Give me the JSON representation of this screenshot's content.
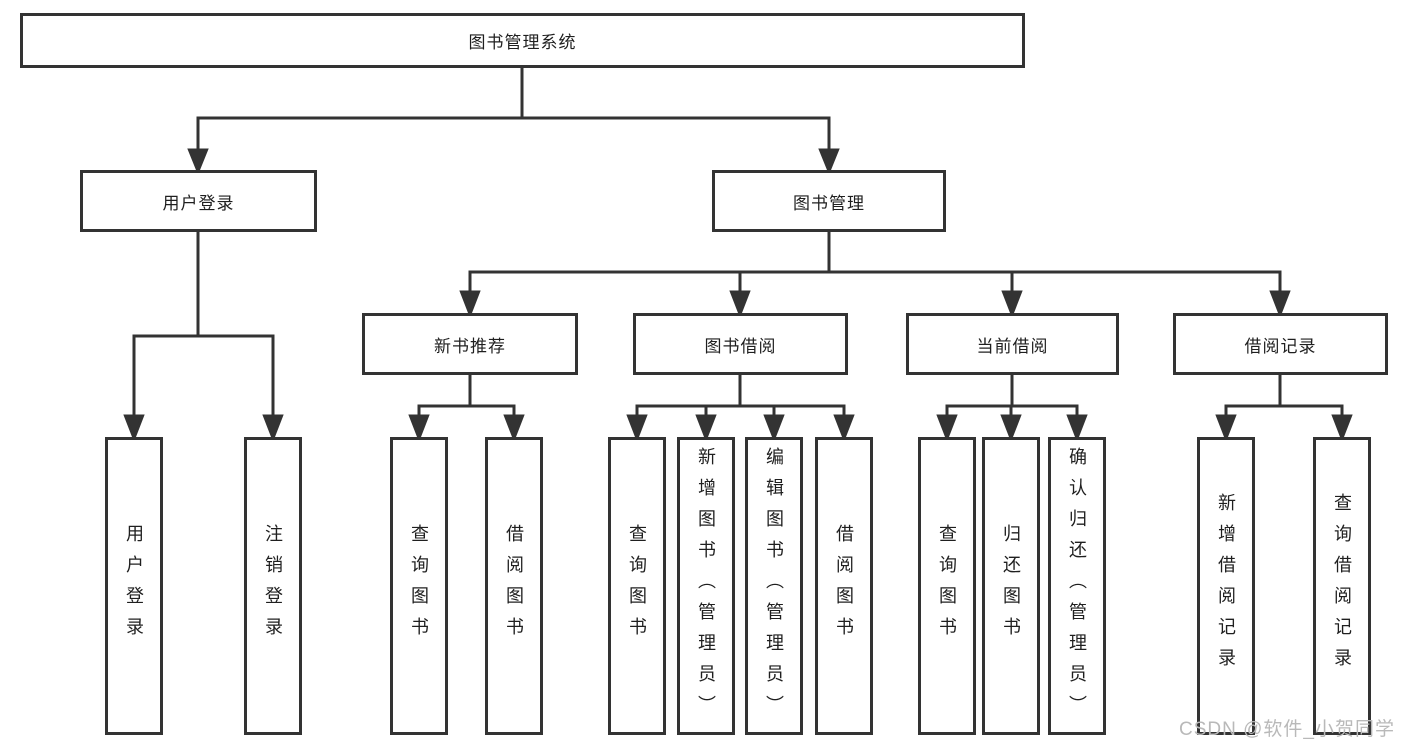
{
  "tree": {
    "label": "图书管理系统",
    "children": [
      {
        "label": "用户登录",
        "children": [
          {
            "label": "用户登录"
          },
          {
            "label": "注销登录"
          }
        ]
      },
      {
        "label": "图书管理",
        "children": [
          {
            "label": "新书推荐",
            "children": [
              {
                "label": "查询图书"
              },
              {
                "label": "借阅图书"
              }
            ]
          },
          {
            "label": "图书借阅",
            "children": [
              {
                "label": "查询图书"
              },
              {
                "label": "新增图书（管理员）"
              },
              {
                "label": "编辑图书（管理员）"
              },
              {
                "label": "借阅图书"
              }
            ]
          },
          {
            "label": "当前借阅",
            "children": [
              {
                "label": "查询图书"
              },
              {
                "label": "归还图书"
              },
              {
                "label": "确认归还（管理员）"
              }
            ]
          },
          {
            "label": "借阅记录",
            "children": [
              {
                "label": "新增借阅记录"
              },
              {
                "label": "查询借阅记录"
              }
            ]
          }
        ]
      }
    ]
  },
  "watermark": {
    "text": "CSDN @软件_小贺同学"
  },
  "colors": {
    "line": "#333333",
    "text": "#1f1f1f",
    "watermark": "#b9b9b9",
    "background": "#ffffff"
  }
}
